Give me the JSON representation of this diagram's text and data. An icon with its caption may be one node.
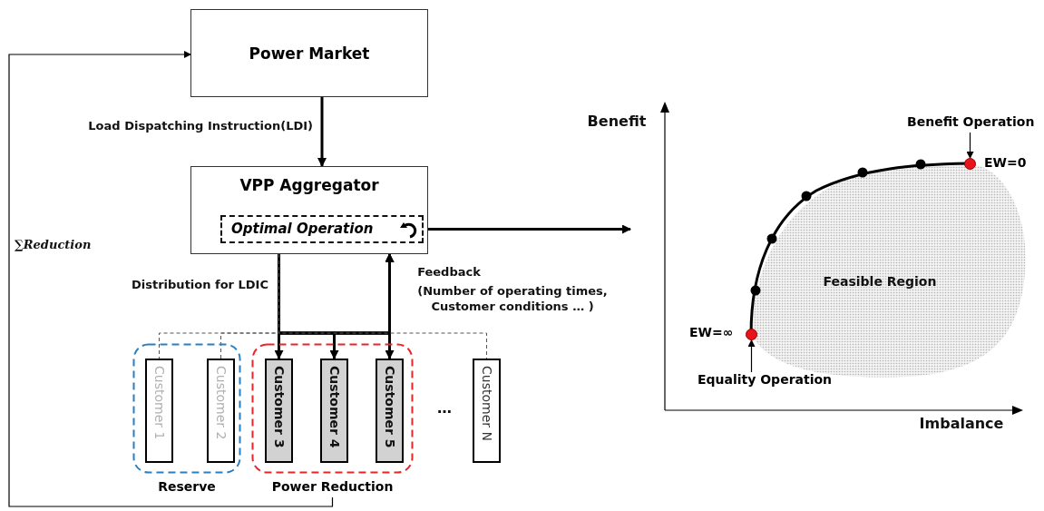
{
  "diagram": {
    "nodes": [
      {
        "text": [
          "Power Market"
        ]
      },
      {
        "text": [
          "VPP Aggregator"
        ]
      },
      {
        "text": [
          "Optimal Operation"
        ],
        "in": 1
      },
      {
        "text": [
          "Reserve"
        ]
      },
      {
        "text": [
          "Customer 1"
        ],
        "in": 3
      },
      {
        "text": [
          "Customer 2"
        ],
        "in": 3
      },
      {
        "text": [
          "Power Reduction"
        ]
      },
      {
        "text": [
          "Customer 3"
        ],
        "in": 6
      },
      {
        "text": [
          "Customer 4"
        ],
        "in": 6
      },
      {
        "text": [
          "Customer 5"
        ],
        "in": 6
      },
      {
        "text": [
          "Customer N"
        ]
      },
      {
        "text": [
          "Benefit Operation"
        ]
      },
      {
        "text": [],
        "shape": "circle",
        "beside": [
          "EW=0"
        ]
      },
      {
        "text": [],
        "shape": "circle",
        "beside": [
          "EW=∞"
        ]
      },
      {
        "text": [
          "Equality Operation"
        ]
      }
    ],
    "edges": [
      {
        "from": 0,
        "to": 1,
        "arrow": "to",
        "label": "Load Dispatching Instruction(LDI)"
      },
      {
        "from": 1,
        "to": 7,
        "arrow": "to",
        "label": "Distribution for LDIC"
      },
      {
        "from": 1,
        "to": 8,
        "arrow": "to"
      },
      {
        "from": 1,
        "to": 9,
        "arrow": "to"
      },
      {
        "from": 7,
        "to": 1,
        "arrow": "to",
        "label": "Feedback"
      },
      {
        "from": 8,
        "to": 1,
        "arrow": "to"
      },
      {
        "from": 9,
        "to": 1,
        "arrow": "to"
      },
      {
        "from": 1,
        "to": 4,
        "arrow": "none",
        "style": "dashed"
      },
      {
        "from": 1,
        "to": 5,
        "arrow": "none",
        "style": "dashed"
      },
      {
        "from": 1,
        "to": 10,
        "arrow": "none",
        "style": "dashed"
      },
      {
        "from": 2,
        "to": null,
        "arrow": "to"
      },
      {
        "from": 6,
        "to": 0,
        "arrow": "to",
        "label": "∑Reduction"
      },
      {
        "from": 11,
        "to": 12,
        "arrow": "to"
      },
      {
        "from": 14,
        "to": 13,
        "arrow": "to"
      }
    ],
    "labels": [
      "Benefit",
      "(Number of operating times, Customer conditions … )",
      "…",
      "Feasible Region",
      "Imbalance"
    ]
  }
}
